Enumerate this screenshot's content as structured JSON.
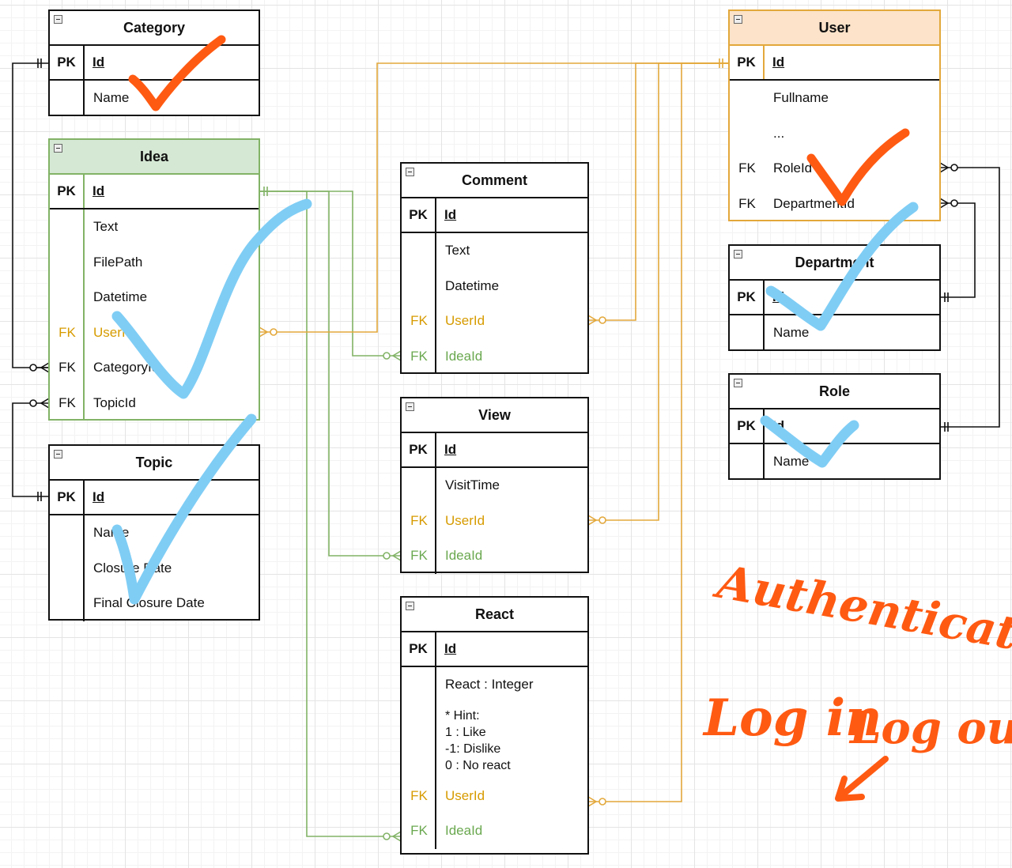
{
  "entities": {
    "category": {
      "title": "Category",
      "pk_label": "PK",
      "pk_name": "Id",
      "fields": [
        {
          "key": "",
          "name": "Name"
        }
      ]
    },
    "idea": {
      "title": "Idea",
      "pk_label": "PK",
      "pk_name": "Id",
      "fields": [
        {
          "key": "",
          "name": "Text"
        },
        {
          "key": "",
          "name": "FilePath"
        },
        {
          "key": "",
          "name": "Datetime"
        },
        {
          "key": "FK",
          "name": "UserId"
        },
        {
          "key": "FK",
          "name": "CategoryId"
        },
        {
          "key": "FK",
          "name": "TopicId"
        }
      ]
    },
    "topic": {
      "title": "Topic",
      "pk_label": "PK",
      "pk_name": "Id",
      "fields": [
        {
          "key": "",
          "name": "Name"
        },
        {
          "key": "",
          "name": "Closure Date"
        },
        {
          "key": "",
          "name": "Final Closure Date"
        }
      ]
    },
    "comment": {
      "title": "Comment",
      "pk_label": "PK",
      "pk_name": "Id",
      "fields": [
        {
          "key": "",
          "name": "Text"
        },
        {
          "key": "",
          "name": "Datetime"
        },
        {
          "key": "FK",
          "name": "UserId"
        },
        {
          "key": "FK",
          "name": "IdeaId"
        }
      ]
    },
    "view": {
      "title": "View",
      "pk_label": "PK",
      "pk_name": "Id",
      "fields": [
        {
          "key": "",
          "name": "VisitTime"
        },
        {
          "key": "FK",
          "name": "UserId"
        },
        {
          "key": "FK",
          "name": "IdeaId"
        }
      ]
    },
    "react": {
      "title": "React",
      "pk_label": "PK",
      "pk_name": "Id",
      "fields": [
        {
          "key": "",
          "name": "React : Integer"
        },
        {
          "key": "FK",
          "name": "UserId"
        },
        {
          "key": "FK",
          "name": "IdeaId"
        }
      ],
      "hint": [
        "* Hint:",
        "1 : Like",
        "-1: Dislike",
        "0 : No react"
      ]
    },
    "user": {
      "title": "User",
      "pk_label": "PK",
      "pk_name": "Id",
      "fields": [
        {
          "key": "",
          "name": "Fullname"
        },
        {
          "key": "",
          "name": "..."
        },
        {
          "key": "FK",
          "name": "RoleId"
        },
        {
          "key": "FK",
          "name": "DepartmentId"
        }
      ]
    },
    "department": {
      "title": "Department",
      "pk_label": "PK",
      "pk_name": "Id",
      "fields": [
        {
          "key": "",
          "name": "Name"
        }
      ]
    },
    "role": {
      "title": "Role",
      "pk_label": "PK",
      "pk_name": "Id",
      "fields": [
        {
          "key": "",
          "name": "Name"
        }
      ]
    }
  },
  "annotations": {
    "line1": "Authenticate",
    "line2": "Log in",
    "line3": "Log out"
  },
  "colors": {
    "fk_user": "#d79b00",
    "fk_idea": "#6aa84f",
    "ink_orange": "#ff5a12",
    "ink_blue": "#7fcdf5",
    "idea_header": "#d5e8d4",
    "user_header": "#fce3c9"
  },
  "icons": [
    "collapse-icon",
    "checkmark-scribble",
    "crow-foot-connector"
  ]
}
